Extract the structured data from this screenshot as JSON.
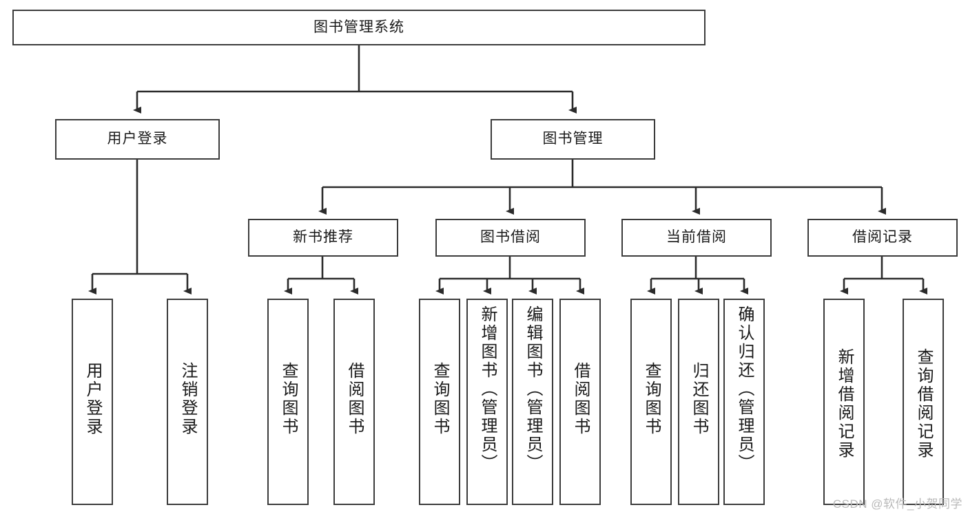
{
  "diagram": {
    "type": "tree",
    "title": "图书管理系统",
    "watermark": "CSDN @软件_小贺同学",
    "colors": {
      "node_border": "#3b3b3b",
      "node_fill": "#ffffff",
      "edge": "#2b2b2b",
      "text": "#1a1a1a",
      "watermark": "#b9b9b9",
      "background": "#ffffff"
    },
    "nodes": {
      "root": {
        "label": "图书管理系统"
      },
      "level2": [
        {
          "label": "用户登录"
        },
        {
          "label": "图书管理"
        }
      ],
      "level3": [
        {
          "label": "新书推荐"
        },
        {
          "label": "图书借阅"
        },
        {
          "label": "当前借阅"
        },
        {
          "label": "借阅记录"
        }
      ],
      "leaves_user_login": [
        {
          "label": "用户登录"
        },
        {
          "label": "注销登录"
        }
      ],
      "leaves_new_book": [
        {
          "label": "查询图书"
        },
        {
          "label": "借阅图书"
        }
      ],
      "leaves_borrow": [
        {
          "label": "查询图书"
        },
        {
          "label": "新增图书（管理员）"
        },
        {
          "label": "编辑图书（管理员）"
        },
        {
          "label": "借阅图书"
        }
      ],
      "leaves_current": [
        {
          "label": "查询图书"
        },
        {
          "label": "归还图书"
        },
        {
          "label": "确认归还（管理员）"
        }
      ],
      "leaves_records": [
        {
          "label": "新增借阅记录"
        },
        {
          "label": "查询借阅记录"
        }
      ]
    }
  }
}
